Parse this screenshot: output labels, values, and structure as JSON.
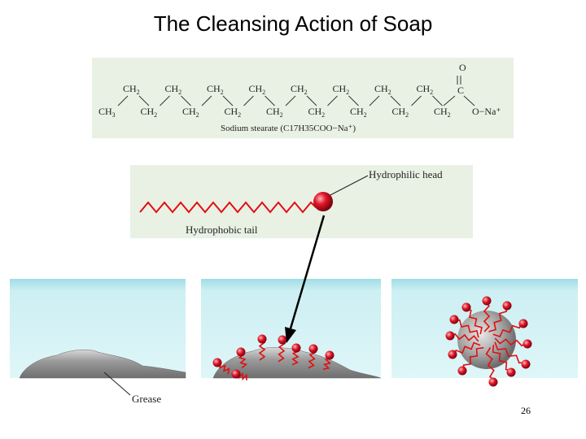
{
  "title": "The Cleansing Action of Soap",
  "formula": {
    "upper_groups": [
      "CH2",
      "CH2",
      "CH2",
      "CH2",
      "CH2",
      "CH2",
      "CH2",
      "CH2"
    ],
    "lower_groups": [
      "CH3",
      "CH2",
      "CH2",
      "CH2",
      "CH2",
      "CH2",
      "CH2",
      "CH2",
      "CH2"
    ],
    "carbonyl_o": "O",
    "carbonyl_c": "C",
    "ion": "O−Na⁺",
    "caption": "Sodium stearate (C17H35COO−Na⁺)"
  },
  "model": {
    "head_label": "Hydrophilic head",
    "tail_label": "Hydrophobic tail"
  },
  "grease_label": "Grease",
  "page_number": "26",
  "colors": {
    "panel_green": "#e9f1e4",
    "water_cyan": "#ccf0f4",
    "chain_red": "#dd1111",
    "head_red": "#d01020",
    "grease_gray": "#9a9a9a"
  }
}
